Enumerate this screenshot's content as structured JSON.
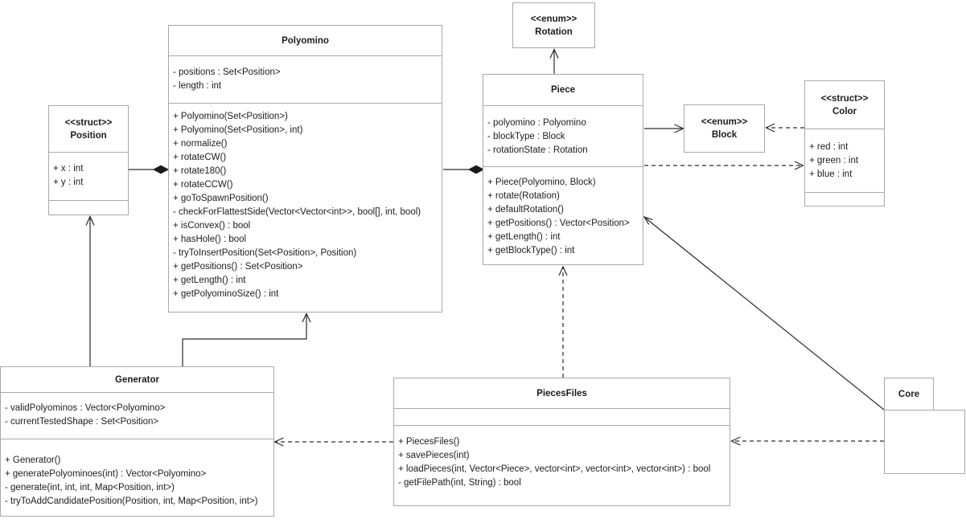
{
  "diagram": {
    "background_color": "#ffffff",
    "box_border_color": "#a9a9a9",
    "line_color": "#2a2a2a",
    "text_color": "#1c1c1c"
  },
  "classes": {
    "polyomino": {
      "name": "Polyomino",
      "attributes": [
        "- positions : Set<Position>",
        "- length : int"
      ],
      "methods": [
        "+ Polyomino(Set<Position>)",
        "+ Polyomino(Set<Position>, int)",
        "+ normalize()",
        "+ rotateCW()",
        "+ rotate180()",
        "+ rotateCCW()",
        "+ goToSpawnPosition()",
        "- checkForFlattestSide(Vector<Vector<int>>, bool[], int, bool)",
        "+ isConvex() : bool",
        "+ hasHole() : bool",
        "- tryToInsertPosition(Set<Position>, Position)",
        "+ getPositions() : Set<Position>",
        "+ getLength() : int",
        "+ getPolyominoSize() : int"
      ]
    },
    "position": {
      "stereotype": "<<struct>>",
      "name": "Position",
      "attributes": [
        "+ x : int",
        "+ y : int"
      ]
    },
    "rotation": {
      "stereotype": "<<enum>>",
      "name": "Rotation"
    },
    "piece": {
      "name": "Piece",
      "attributes": [
        "- polyomino : Polyomino",
        "- blockType : Block",
        "- rotationState : Rotation"
      ],
      "methods": [
        "+ Piece(Polyomino, Block)",
        "+ rotate(Rotation)",
        "+ defaultRotation()",
        "+ getPositions() : Vector<Position>",
        "+ getLength() : int",
        "+ getBlockType() : int"
      ]
    },
    "block": {
      "stereotype": "<<enum>>",
      "name": "Block"
    },
    "color": {
      "stereotype": "<<struct>>",
      "name": "Color",
      "attributes": [
        "+ red : int",
        "+ green : int",
        "+ blue : int"
      ]
    },
    "generator": {
      "name": "Generator",
      "attributes": [
        "- validPolyominos : Vector<Polyomino>",
        "- currentTestedShape : Set<Position>"
      ],
      "methods": [
        "+ Generator()",
        "+ generatePolyominoes(int) : Vector<Polyomino>",
        "- generate(int, int, int, Map<Position, int>)",
        "- tryToAddCandidatePosition(Position, int, Map<Position, int>)"
      ]
    },
    "piecesfiles": {
      "name": "PiecesFiles",
      "methods": [
        "+ PiecesFiles()",
        "+ savePieces(int)",
        "+ loadPieces(int, Vector<Piece>, vector<int>, vector<int>, vector<int>) : bool",
        "- getFilePath(int, String) : bool"
      ]
    },
    "core": {
      "name": "Core"
    }
  },
  "relationships": [
    {
      "from": "Polyomino",
      "to": "Position",
      "type": "composition",
      "diamond_at": "Polyomino"
    },
    {
      "from": "Piece",
      "to": "Polyomino",
      "type": "composition",
      "diamond_at": "Piece"
    },
    {
      "from": "Piece",
      "to": "Rotation",
      "type": "directed-association"
    },
    {
      "from": "Piece",
      "to": "Block",
      "type": "directed-association"
    },
    {
      "from": "Color",
      "to": "Block",
      "type": "dependency"
    },
    {
      "from": "Piece",
      "to": "Color",
      "type": "dependency"
    },
    {
      "from": "Generator",
      "to": "Position",
      "type": "directed-association"
    },
    {
      "from": "Generator",
      "to": "Polyomino",
      "type": "directed-association"
    },
    {
      "from": "PiecesFiles",
      "to": "Piece",
      "type": "dependency"
    },
    {
      "from": "PiecesFiles",
      "to": "Generator",
      "type": "dependency"
    },
    {
      "from": "Core",
      "to": "Piece",
      "type": "directed-association"
    },
    {
      "from": "Core",
      "to": "PiecesFiles",
      "type": "dependency"
    }
  ]
}
